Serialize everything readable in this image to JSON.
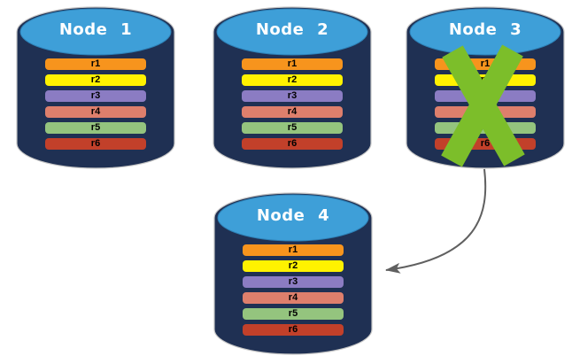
{
  "diagram": {
    "type": "database-replication-failover-diagram",
    "background": "#ffffff",
    "nodes": [
      {
        "label": "Node 1",
        "rows": [
          "r1",
          "r2",
          "r3",
          "r4",
          "r5",
          "r6"
        ],
        "failed": false
      },
      {
        "label": "Node 2",
        "rows": [
          "r1",
          "r2",
          "r3",
          "r4",
          "r5",
          "r6"
        ],
        "failed": false
      },
      {
        "label": "Node 3",
        "rows": [
          "r1",
          "r2",
          "r3",
          "r4",
          "r5",
          "r6"
        ],
        "failed": true
      },
      {
        "label": "Node 4",
        "rows": [
          "r1",
          "r2",
          "r3",
          "r4",
          "r5",
          "r6"
        ],
        "failed": false
      }
    ],
    "row_colors": {
      "r1": "#F7941D",
      "r2": "#FFF200",
      "r3": "#8B7CC3",
      "r4": "#DE7F6C",
      "r5": "#94C47E",
      "r6": "#C2402A"
    },
    "colors": {
      "cylinder_body": "#1F3053",
      "cylinder_top": "#3E9FD8",
      "cylinder_top_edge": "#2E82B8",
      "cylinder_outline": "#C5C5C5",
      "node_text": "#FFFFFF",
      "row_text": "#000000",
      "failure_cross": "#7CBE2A",
      "arrow": "#606060"
    },
    "arrow": {
      "from": "Node 3",
      "to": "Node 4"
    }
  }
}
